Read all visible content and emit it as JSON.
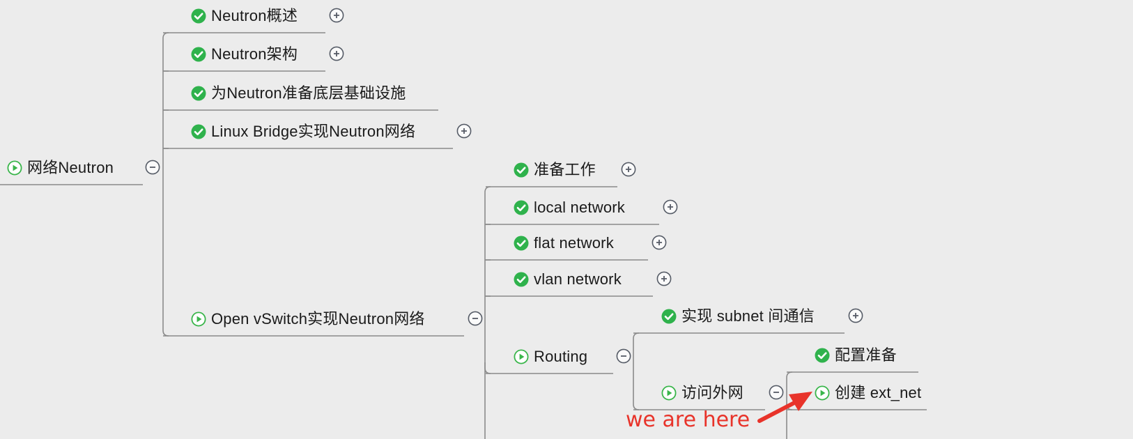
{
  "colors": {
    "background": "#ececec",
    "connector": "#8a8a8a",
    "check": "#2fb24c",
    "play_ring": "#39b54a",
    "toggle": "#555b66",
    "annotation": "#e8332a"
  },
  "mindmap": {
    "root": {
      "label": "网络Neutron",
      "icon": "play-icon",
      "toggle": "collapse",
      "children": [
        {
          "label": "Neutron概述",
          "icon": "check-icon",
          "toggle": "expand"
        },
        {
          "label": "Neutron架构",
          "icon": "check-icon",
          "toggle": "expand"
        },
        {
          "label": "为Neutron准备底层基础设施",
          "icon": "check-icon"
        },
        {
          "label": "Linux Bridge实现Neutron网络",
          "icon": "check-icon",
          "toggle": "expand"
        },
        {
          "label": "Open vSwitch实现Neutron网络",
          "icon": "play-icon",
          "toggle": "collapse",
          "children": [
            {
              "label": "准备工作",
              "icon": "check-icon",
              "toggle": "expand"
            },
            {
              "label": "local network",
              "icon": "check-icon",
              "toggle": "expand"
            },
            {
              "label": "flat network",
              "icon": "check-icon",
              "toggle": "expand"
            },
            {
              "label": "vlan network",
              "icon": "check-icon",
              "toggle": "expand"
            },
            {
              "label": "Routing",
              "icon": "play-icon",
              "toggle": "collapse",
              "children": [
                {
                  "label": "实现 subnet 间通信",
                  "icon": "check-icon",
                  "toggle": "expand"
                },
                {
                  "label": "访问外网",
                  "icon": "play-icon",
                  "toggle": "collapse",
                  "children": [
                    {
                      "label": "配置准备",
                      "icon": "check-icon"
                    },
                    {
                      "label": "创建 ext_net",
                      "icon": "play-icon"
                    }
                  ]
                }
              ]
            }
          ]
        }
      ]
    }
  },
  "annotation": {
    "text": "we are here",
    "icon": "arrow-icon"
  }
}
